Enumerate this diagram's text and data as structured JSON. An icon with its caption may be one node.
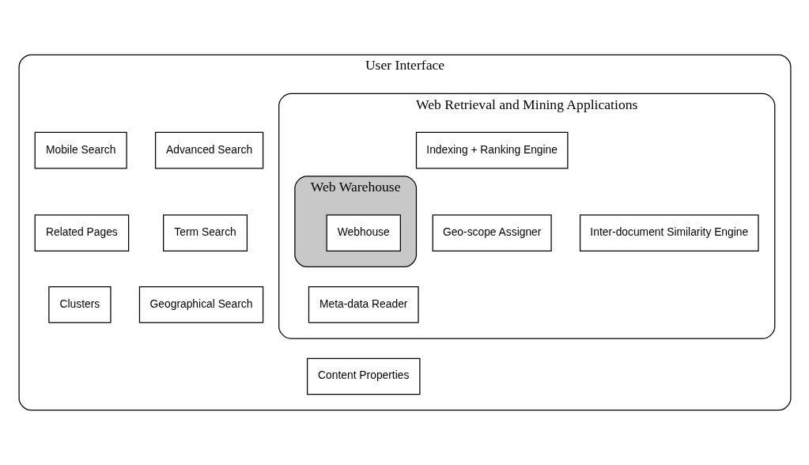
{
  "diagram": {
    "nodes": [
      {
        "text": [
          "User Interface"
        ]
      },
      {
        "text": [
          "Web Retrieval and Mining Applications"
        ],
        "in": 0
      },
      {
        "text": [
          "Indexing + Ranking Engine"
        ],
        "in": 1
      },
      {
        "text": [
          "Web Warehouse"
        ],
        "in": 1
      },
      {
        "text": [
          "Webhouse"
        ],
        "in": 3
      },
      {
        "text": [
          "Geo-scope Assigner"
        ],
        "in": 1
      },
      {
        "text": [
          "Inter-document Similarity Engine"
        ],
        "in": 1
      },
      {
        "text": [
          "Meta-data Reader"
        ],
        "in": 1
      },
      {
        "text": [
          "Advanced Search"
        ],
        "in": 0
      },
      {
        "text": [
          "Mobile Search"
        ],
        "in": 0
      },
      {
        "text": [
          "Term Search"
        ],
        "in": 0
      },
      {
        "text": [
          "Related Pages"
        ],
        "in": 0
      },
      {
        "text": [
          "Geographical Search"
        ],
        "in": 0
      },
      {
        "text": [
          "Clusters"
        ],
        "in": 0
      },
      {
        "text": [
          "Content Properties"
        ],
        "in": 0
      }
    ],
    "edges": []
  }
}
